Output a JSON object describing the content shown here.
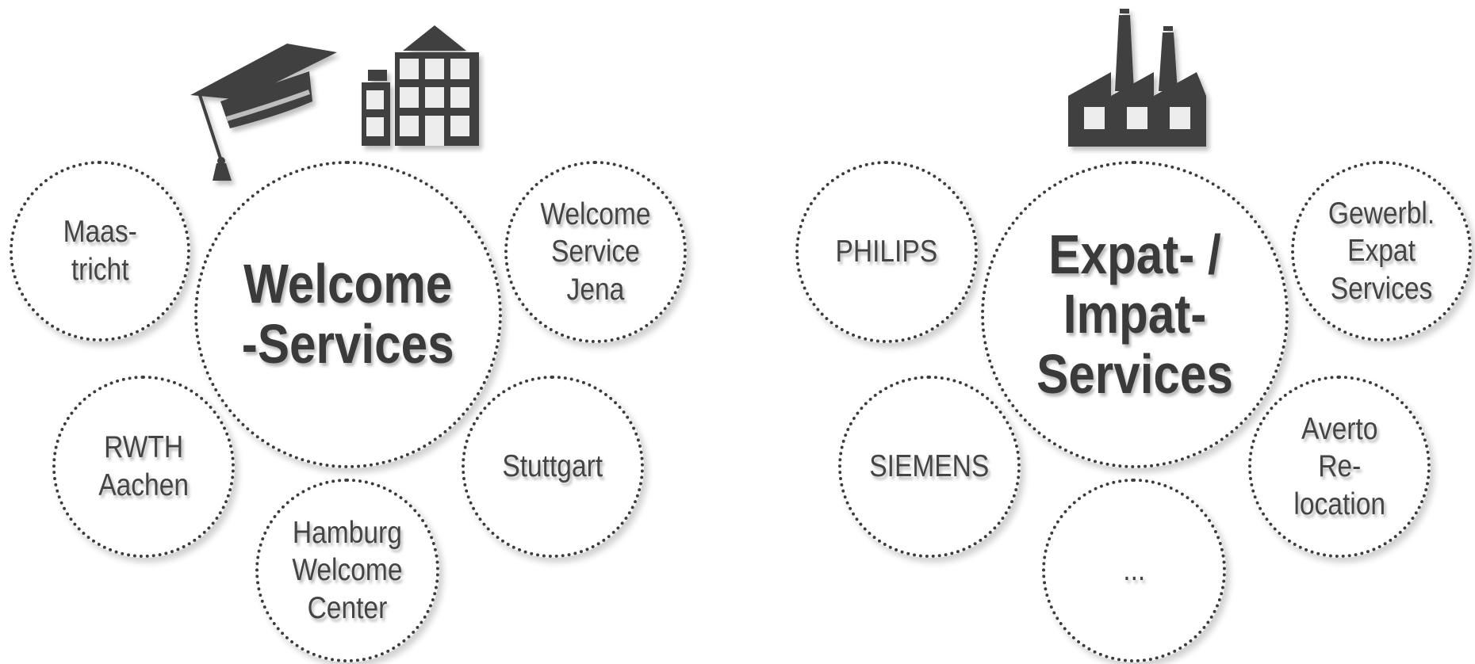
{
  "left_group": {
    "center": "Welcome\n-Services",
    "satellites": {
      "maastricht": "Maas-\ntricht",
      "jena": "Welcome\nService\nJena",
      "rwth": "RWTH\nAachen",
      "stuttgart": "Stuttgart",
      "hamburg": "Hamburg\nWelcome\nCenter"
    },
    "icons": [
      "graduation-cap-icon",
      "university-building-icon"
    ]
  },
  "right_group": {
    "center": "Expat- /\nImpat-\nServices",
    "satellites": {
      "philips": "PHILIPS",
      "gewerbl": "Gewerbl.\nExpat\nServices",
      "siemens": "SIEMENS",
      "averto": "Averto\nRe-\nlocation",
      "more": "..."
    },
    "icons": [
      "factory-icon"
    ]
  },
  "colors": {
    "ink": "#3c3c3c",
    "text": "#444444",
    "background": "#ffffff"
  }
}
